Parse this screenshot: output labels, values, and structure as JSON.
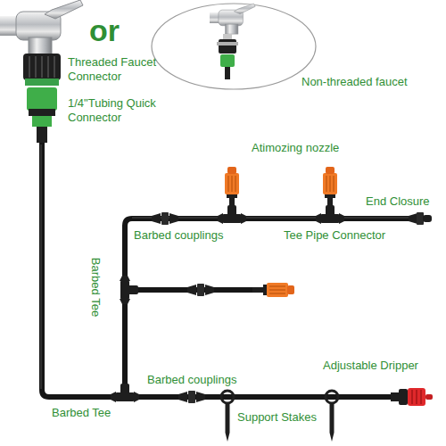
{
  "diagram": {
    "labels": [
      "or",
      "Non-threaded faucet",
      "Threaded Faucet Connector",
      "1/4\"Tubing Quick Connector",
      "Atimozing nozzle",
      "Barbed couplings",
      "Tee Pipe Connector",
      "End Closure",
      "Barbed Tee",
      "Barbed couplings",
      "Barbed Tee",
      "Adjustable Dripper",
      "Support Stakes"
    ]
  }
}
